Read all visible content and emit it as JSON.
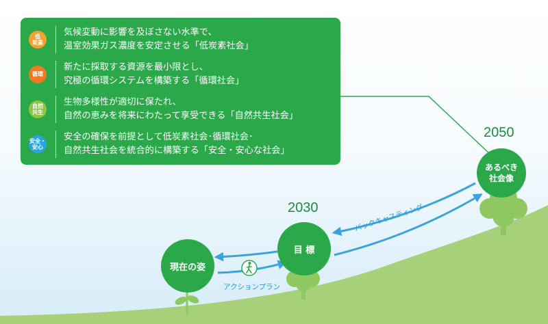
{
  "items": [
    {
      "badge": "低\n炭素",
      "badge_color": "#f2a12c",
      "line1": "気候変動に影響を及ぼさない水準で、",
      "line2": "温室効果ガス濃度を安定させる「低炭素社会」"
    },
    {
      "badge": "循環",
      "badge_color": "#ef7a22",
      "line1": "新たに採取する資源を最小限とし、",
      "line2": "究極の循環システムを構築する「循環社会」"
    },
    {
      "badge": "自然\n共生",
      "badge_color": "#8ec63f",
      "line1": "生物多様性が適切に保たれ、",
      "line2": "自然の恵みを将来にわたって享受できる「自然共生社会」"
    },
    {
      "badge": "安全・\n安心",
      "badge_color": "#25a6e0",
      "line1": "安全の確保を前提として低炭素社会･循環社会･",
      "line2": "自然共生社会を統合的に構築する「安全・安心な社会」"
    }
  ],
  "nodes": {
    "current": "現在の姿",
    "target": "目 標",
    "ideal": "あるべき\n社会像"
  },
  "years": {
    "y2030": "2030",
    "y2050": "2050"
  },
  "arrows": {
    "backcasting": "バックキャスティング",
    "action_plan": "アクションプラン"
  },
  "colors": {
    "panel": "#2ba84a",
    "node": "#2ba84a",
    "arrow": "#3aa3dc",
    "hill": "#a7d07a",
    "sky_top": "#d6ecf8",
    "tree": "#8fc860"
  }
}
